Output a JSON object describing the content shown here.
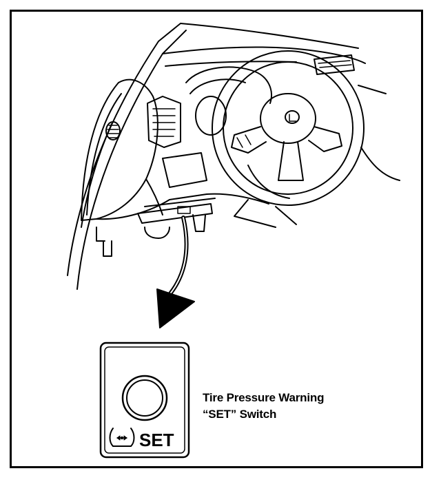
{
  "callout": {
    "line1": "Tire Pressure Warning",
    "line2": "“SET” Switch"
  },
  "switch_panel": {
    "label": "SET",
    "icon": "tire-pressure-warning-icon"
  },
  "colors": {
    "line": "#000000",
    "background": "#ffffff"
  }
}
